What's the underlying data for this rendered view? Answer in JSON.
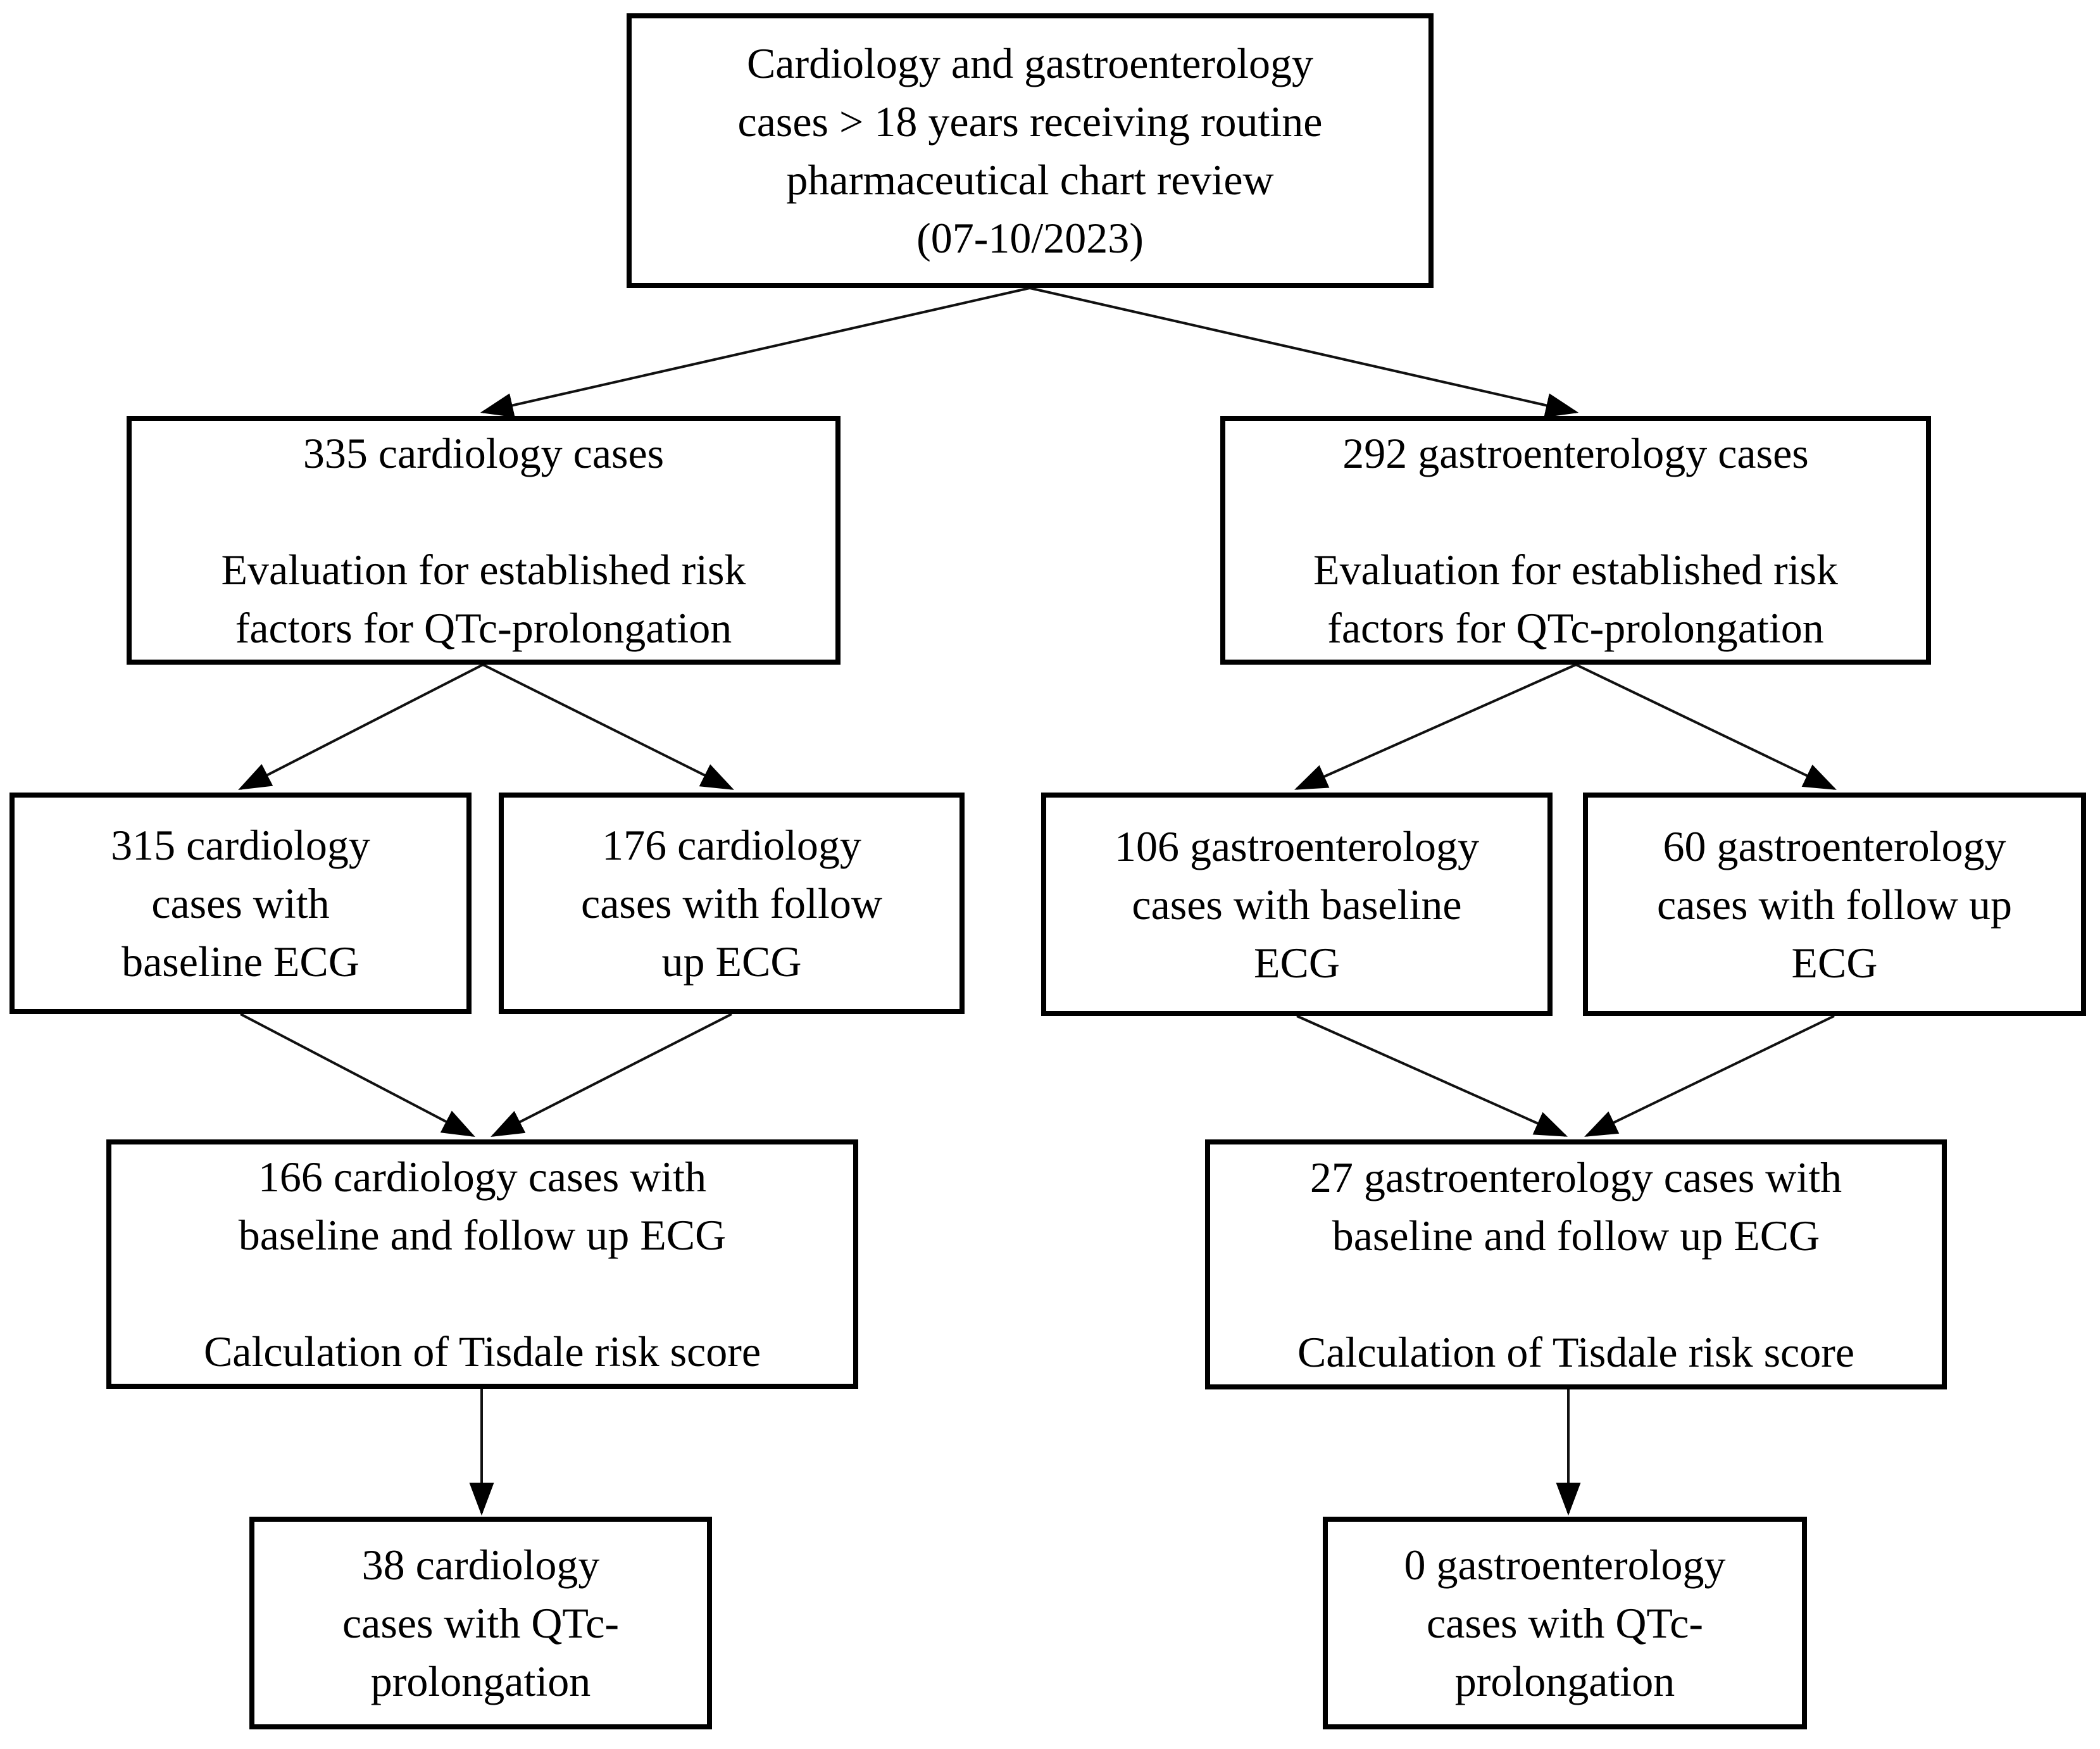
{
  "colors": {
    "background": "#ffffff",
    "box_border": "#000000",
    "text": "#000000",
    "arrow": "#000000"
  },
  "nodes": {
    "root": {
      "lines": [
        "Cardiology and gastroenterology",
        "cases > 18 years receiving routine",
        "pharmaceutical chart review",
        "(07-10/2023)"
      ]
    },
    "cardiology_total": {
      "para1": [
        "335 cardiology cases"
      ],
      "para2": [
        "Evaluation for established risk",
        "factors for QTc-prolongation"
      ]
    },
    "gastroenterology_total": {
      "para1": [
        "292 gastroenterology cases"
      ],
      "para2": [
        "Evaluation for established risk",
        "factors for QTc-prolongation"
      ]
    },
    "cardiology_baseline": {
      "lines": [
        "315 cardiology",
        "cases with",
        "baseline ECG"
      ]
    },
    "cardiology_followup": {
      "lines": [
        "176 cardiology",
        "cases with follow",
        "up ECG"
      ]
    },
    "gastroenterology_baseline": {
      "lines": [
        "106 gastroenterology",
        "cases with baseline",
        "ECG"
      ]
    },
    "gastroenterology_followup": {
      "lines": [
        "60 gastroenterology",
        "cases with follow up",
        "ECG"
      ]
    },
    "cardiology_both_ecg": {
      "para1": [
        "166 cardiology cases with",
        "baseline and follow up ECG"
      ],
      "para2": [
        "Calculation of Tisdale risk score"
      ]
    },
    "gastroenterology_both_ecg": {
      "para1": [
        "27 gastroenterology cases with",
        "baseline and follow up ECG"
      ],
      "para2": [
        "Calculation of Tisdale risk score"
      ]
    },
    "cardiology_qtc": {
      "lines": [
        "38 cardiology",
        "cases with QTc-",
        "prolongation"
      ]
    },
    "gastroenterology_qtc": {
      "lines": [
        "0 gastroenterology",
        "cases with QTc-",
        "prolongation"
      ]
    }
  }
}
